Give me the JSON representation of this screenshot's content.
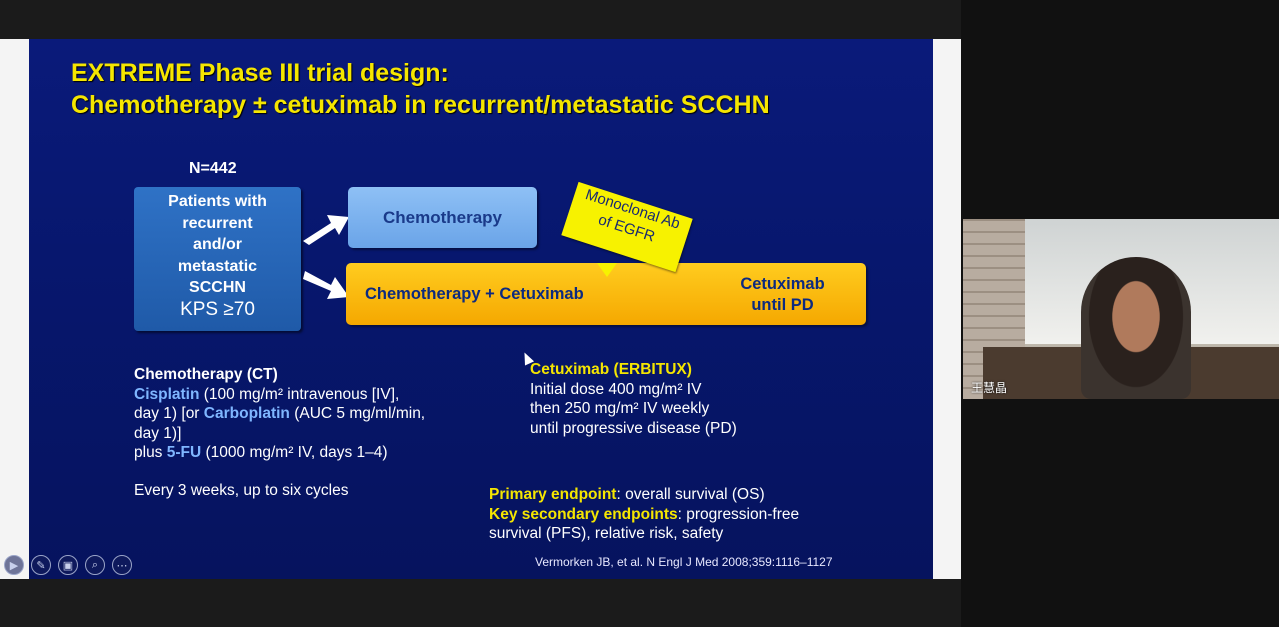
{
  "slide": {
    "title_line1": "EXTREME Phase III trial design:",
    "title_line2": "Chemotherapy ± cetuximab in recurrent/metastatic SCCHN",
    "n_label": "N=442",
    "patients_lines": [
      "Patients with",
      "recurrent",
      "and/or",
      "metastatic",
      "SCCHN"
    ],
    "kps": "KPS ≥70",
    "chemo_arm": "Chemotherapy",
    "combo_arm": "Chemotherapy + Cetuximab",
    "maintenance_lines": [
      "Cetuximab",
      "until PD"
    ],
    "mab_note_lines": [
      "Monoclonal Ab",
      "of EGFR"
    ],
    "ct_heading": "Chemotherapy (CT)",
    "ct_cisplatin": "Cisplatin",
    "ct_cisplatin_dose": " (100 mg/m² intravenous [IV],",
    "ct_day1_or": "day 1) [or ",
    "ct_carboplatin": "Carboplatin",
    "ct_carboplatin_dose": " (AUC 5 mg/ml/min,",
    "ct_day1_close": "day 1)]",
    "ct_plus": "plus ",
    "ct_5fu": "5-FU",
    "ct_5fu_dose": " (1000 mg/m² IV, days 1–4)",
    "ct_schedule": "Every 3 weeks, up to six cycles",
    "cet_heading": "Cetuximab (ERBITUX)",
    "cet_lines": [
      "Initial dose 400 mg/m² IV",
      "then 250 mg/m² IV weekly",
      "until progressive disease (PD)"
    ],
    "primary_label": "Primary endpoint",
    "primary_text": ": overall survival (OS)",
    "secondary_label": "Key secondary endpoints",
    "secondary_text": ": progression-free",
    "secondary_text2": "survival (PFS), relative risk, safety",
    "citation": "Vermorken JB, et al. N Engl J Med 2008;359:1116–1127"
  },
  "controls": [
    {
      "name": "play-icon",
      "glyph": "▶"
    },
    {
      "name": "pen-icon",
      "glyph": "✎"
    },
    {
      "name": "slides-icon",
      "glyph": "▣"
    },
    {
      "name": "zoom-icon",
      "glyph": "⌕"
    },
    {
      "name": "more-icon",
      "glyph": "⋯"
    }
  ],
  "participant": {
    "name": "王慧晶"
  },
  "colors": {
    "title": "#f5e600",
    "slide_bg": "#07176e",
    "bar": "#ffcc1f",
    "chemo_box": "#8ec0f5",
    "patient_box": "#2f72c6"
  }
}
